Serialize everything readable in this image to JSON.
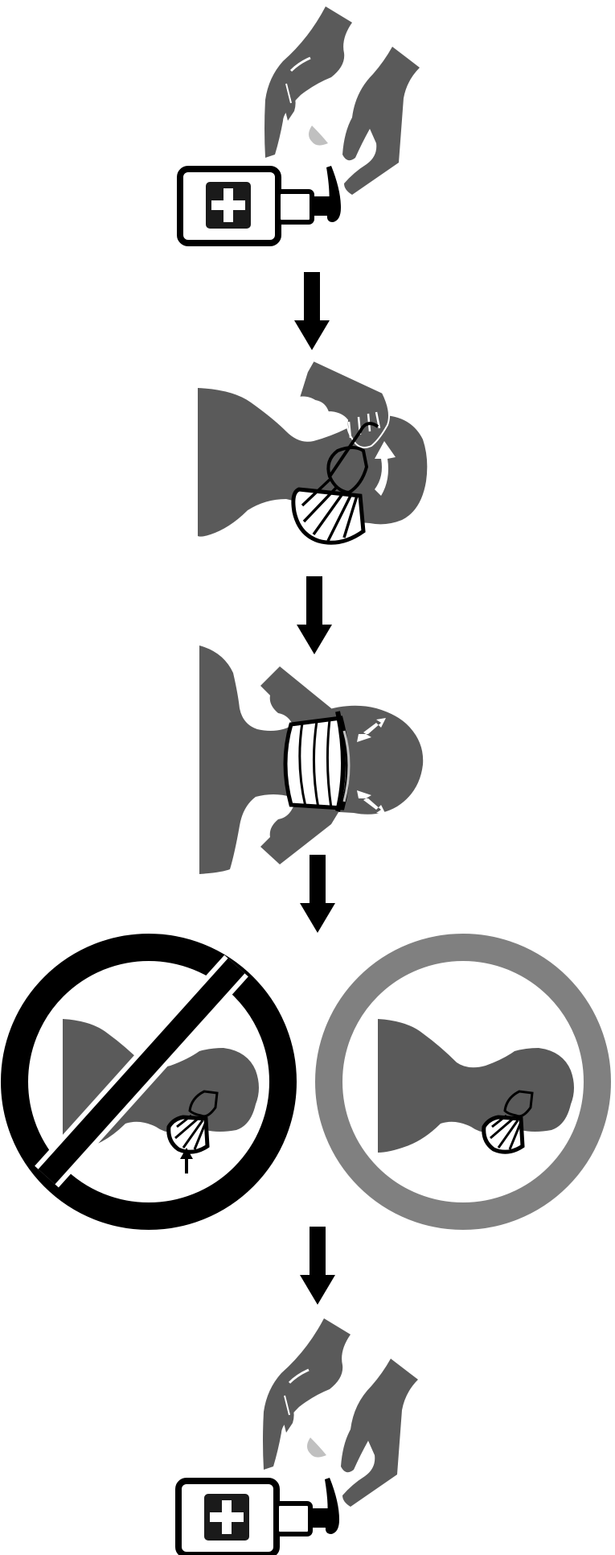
{
  "figure": {
    "steps": [
      {
        "id": "step-1",
        "icon": "hand-sanitizer-pump-icon"
      },
      {
        "id": "step-2",
        "icon": "mask-unfold-on-face-icon"
      },
      {
        "id": "step-3",
        "icon": "mask-nose-clip-press-icon"
      },
      {
        "id": "step-4",
        "icon": "mask-fit-compare-icon"
      },
      {
        "id": "step-5",
        "icon": "hand-sanitizer-pump-icon"
      }
    ],
    "panels": [
      {
        "id": "wrong-fit",
        "icon": "prohibited-sign-icon"
      },
      {
        "id": "correct-fit",
        "icon": "approved-ring-icon"
      }
    ]
  },
  "colors": {
    "ink": "#000000",
    "figure_gray": "#5a5a5a",
    "ring_gray": "#808080",
    "drop_gray": "#c0c0c0",
    "paper": "#ffffff"
  }
}
